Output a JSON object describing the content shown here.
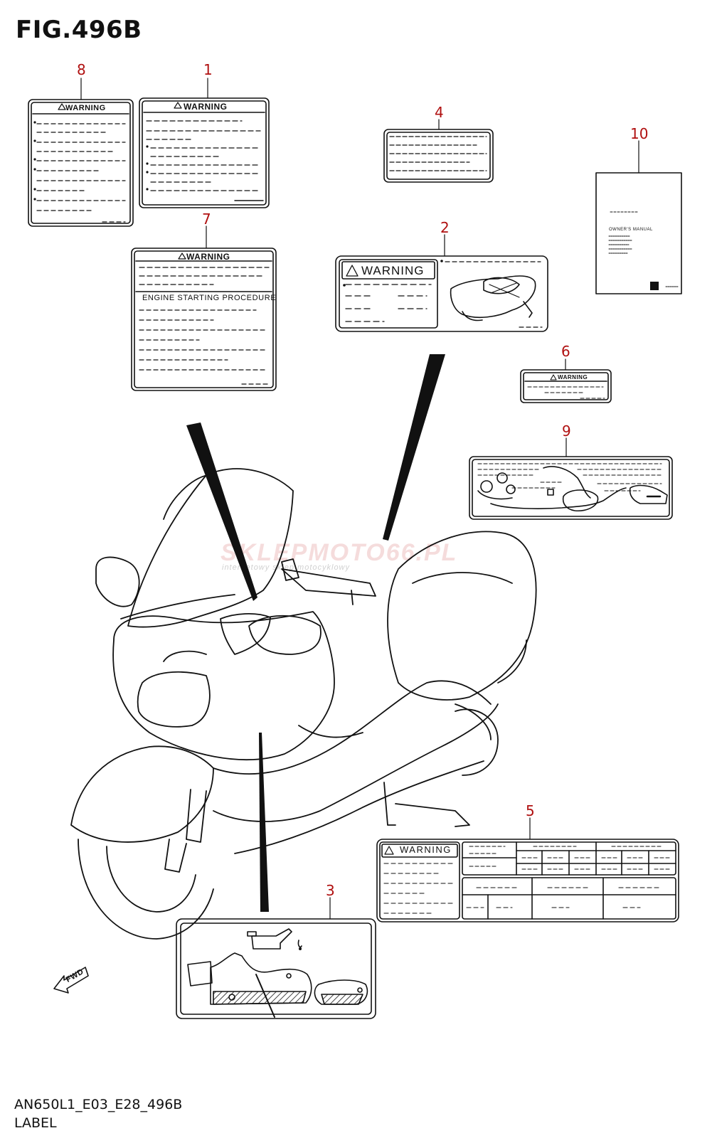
{
  "figure": {
    "title": "FIG.496B",
    "code": "AN650L1_E03_E28_496B",
    "name": "LABEL"
  },
  "callouts": [
    "1",
    "2",
    "3",
    "4",
    "5",
    "6",
    "7",
    "8",
    "9",
    "10"
  ],
  "labels": {
    "warning": "WARNING",
    "engine_starting": "ENGINE STARTING PROCEDURE",
    "owners_manual": "OWNER'S MANUAL",
    "fwd": "FWD"
  },
  "watermark": {
    "main": "SKLEPMOTO66.PL",
    "sub": "internetowy sklep motocyklowy"
  },
  "colors": {
    "callout": "#b01010",
    "line": "#111111"
  }
}
